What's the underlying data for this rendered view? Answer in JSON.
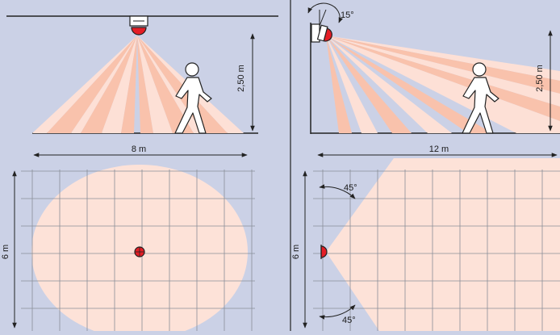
{
  "colors": {
    "background": "#cbd1e6",
    "beam_light": "#fde0d6",
    "beam_dark": "#f9c2ac",
    "coverage": "#fde2d8",
    "sensor_red": "#e41e26",
    "line": "#222222",
    "grid": "#8a8f99"
  },
  "icons": {
    "sensor": "motion-detector-icon",
    "person": "walking-person-icon"
  },
  "ceiling_panel": {
    "height_label": "2,50 m",
    "width_label": "8 m",
    "depth_label": "6 m"
  },
  "wall_panel": {
    "tilt_label": "15°",
    "height_label": "2,50 m",
    "width_label": "12 m",
    "depth_label": "6 m",
    "upper_angle_label": "45°",
    "lower_angle_label": "45°"
  }
}
